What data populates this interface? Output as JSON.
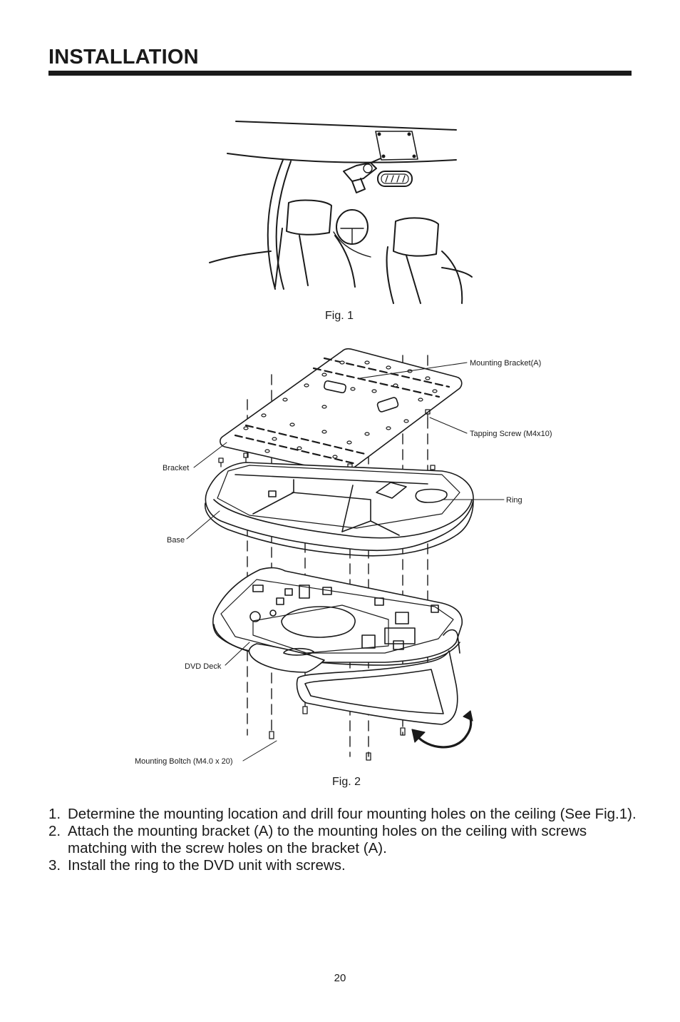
{
  "page": {
    "title": "INSTALLATION",
    "page_number": "20"
  },
  "figure1": {
    "caption": "Fig. 1"
  },
  "figure2": {
    "caption": "Fig. 2",
    "labels": {
      "mounting_bracket": "Mounting Bracket(A)",
      "tapping_screw": "Tapping Screw (M4x10)",
      "bracket": "Bracket",
      "ring": "Ring",
      "base": "Base",
      "dvd_deck": "DVD Deck",
      "mounting_bolt": "Mounting Boltch (M4.0 x 20)"
    }
  },
  "instructions": [
    {
      "num": "1.",
      "text": "Determine the mounting location and drill four mounting holes on the ceiling (See Fig.1)."
    },
    {
      "num": "2.",
      "text": "Attach the mounting bracket (A) to the mounting holes on the ceiling with screws matching with the screw holes on the bracket (A)."
    },
    {
      "num": "3.",
      "text": "Install the ring to the DVD unit with screws."
    }
  ]
}
